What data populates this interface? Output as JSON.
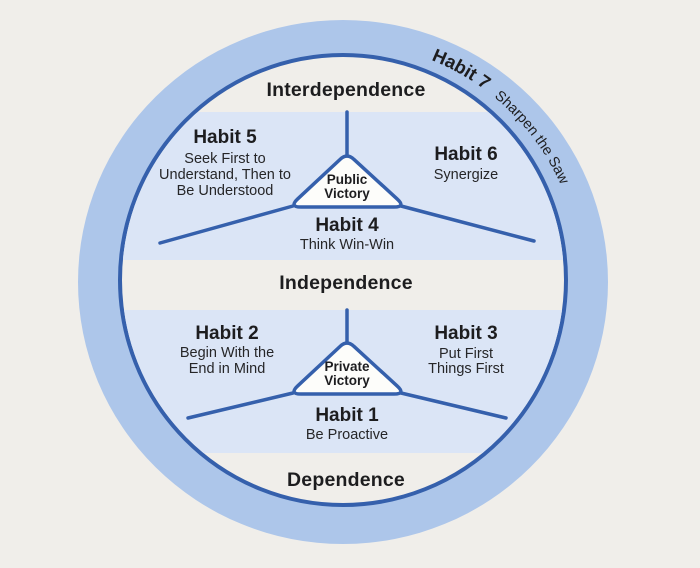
{
  "diagram": {
    "ring": {
      "habit": "Habit 7",
      "tagline": "Sharpen the Saw"
    },
    "levels": {
      "interdependence": "Interdependence",
      "independence": "Independence",
      "dependence": "Dependence"
    },
    "public_victory": {
      "word1": "Public",
      "word2": "Victory"
    },
    "private_victory": {
      "word1": "Private",
      "word2": "Victory"
    },
    "habits": {
      "h1": {
        "title": "Habit 1",
        "lines": [
          "Be Proactive"
        ]
      },
      "h2": {
        "title": "Habit 2",
        "lines": [
          "Begin With the",
          "End in Mind"
        ]
      },
      "h3": {
        "title": "Habit 3",
        "lines": [
          "Put First",
          "Things First"
        ]
      },
      "h4": {
        "title": "Habit 4",
        "lines": [
          "Think Win-Win"
        ]
      },
      "h5": {
        "title": "Habit 5",
        "lines": [
          "Seek First to",
          "Understand, Then to",
          "Be Understood"
        ]
      },
      "h6": {
        "title": "Habit 6",
        "lines": [
          "Synergize"
        ]
      }
    },
    "colors": {
      "background": "#f0eeea",
      "ring": "#adc6ea",
      "stroke_blue": "#3560ac",
      "panel": "#dbe5f6",
      "triangle_fill": "#fdfdfa",
      "text": "#1d1d1f"
    }
  }
}
